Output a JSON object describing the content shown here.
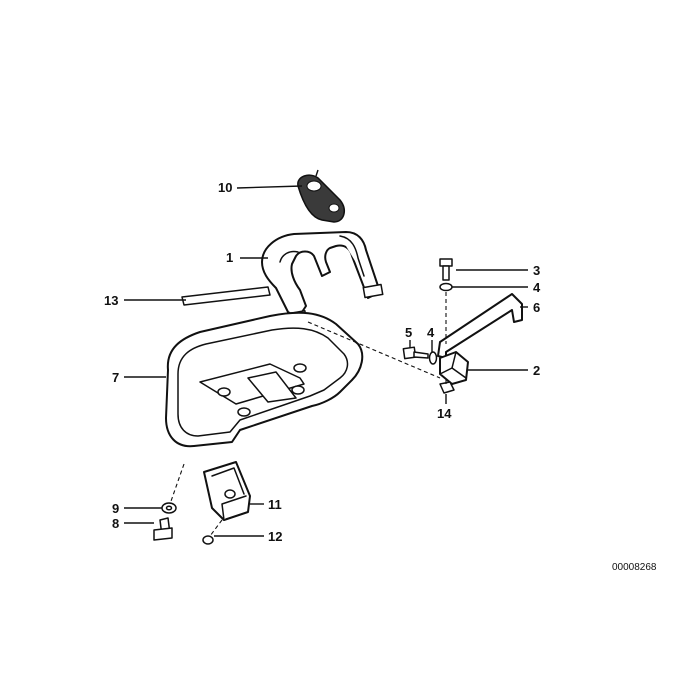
{
  "diagram": {
    "callouts": {
      "c1": "1",
      "c2": "2",
      "c3": "3",
      "c4a": "4",
      "c4b": "4",
      "c5": "5",
      "c6": "6",
      "c7": "7",
      "c8": "8",
      "c9": "9",
      "c10": "10",
      "c11": "11",
      "c12": "12",
      "c13": "13",
      "c14": "14"
    },
    "doc_number": "00008268",
    "colors": {
      "line": "#111111",
      "background": "#ffffff",
      "fill_dark": "#3a3a3a"
    }
  }
}
